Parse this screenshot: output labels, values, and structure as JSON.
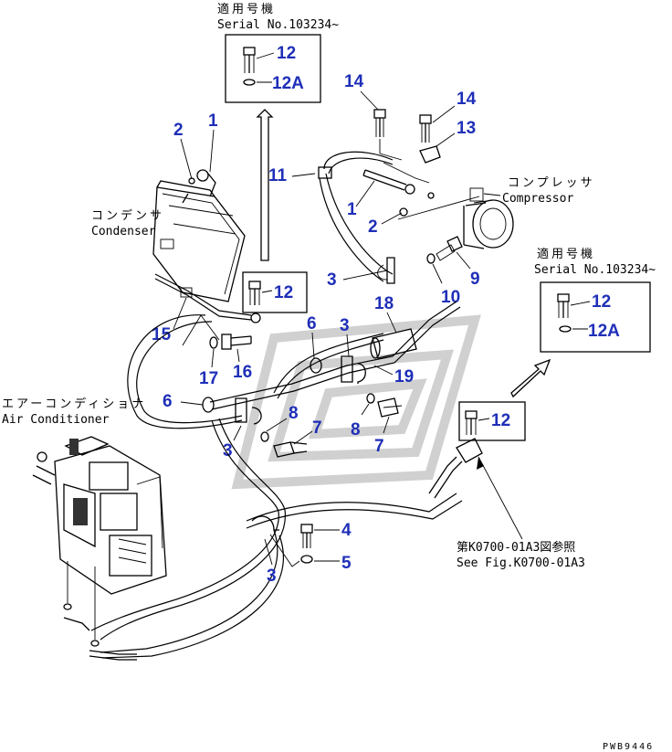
{
  "notes": {
    "top_applicable": "適用号機",
    "top_serial": "Serial No.103234~",
    "right_applicable": "適用号機",
    "right_serial": "Serial No.103234~",
    "condenser_jp": "コンデンサ",
    "condenser_en": "Condenser",
    "compressor_jp": "コンプレッサ",
    "compressor_en": "Compressor",
    "aircon_jp": "エアーコンディショナ",
    "aircon_en": "Air Conditioner",
    "ref_jp": "第K0700-01A3図参照",
    "ref_en": "See Fig.K0700-01A3",
    "drawing_code": "PWB9446"
  },
  "callouts": {
    "c1": "1",
    "c2": "2",
    "c12_top": "12",
    "c12a_top": "12A",
    "c14a": "14",
    "c14b": "14",
    "c13": "13",
    "c11": "11",
    "c1b": "1",
    "c2b": "2",
    "c9": "9",
    "c10": "10",
    "c3a": "3",
    "c12_mid": "12",
    "c15": "15",
    "c6a": "6",
    "c3b": "3",
    "c18": "18",
    "c17": "17",
    "c16": "16",
    "c19": "19",
    "c6b": "6",
    "c8a": "8",
    "c7a": "7",
    "c8b": "8",
    "c7b": "7",
    "c3c": "3",
    "c12_right": "12",
    "c12_box": "12",
    "c12a_box": "12A",
    "c4": "4",
    "c5": "5",
    "c3d": "3"
  }
}
